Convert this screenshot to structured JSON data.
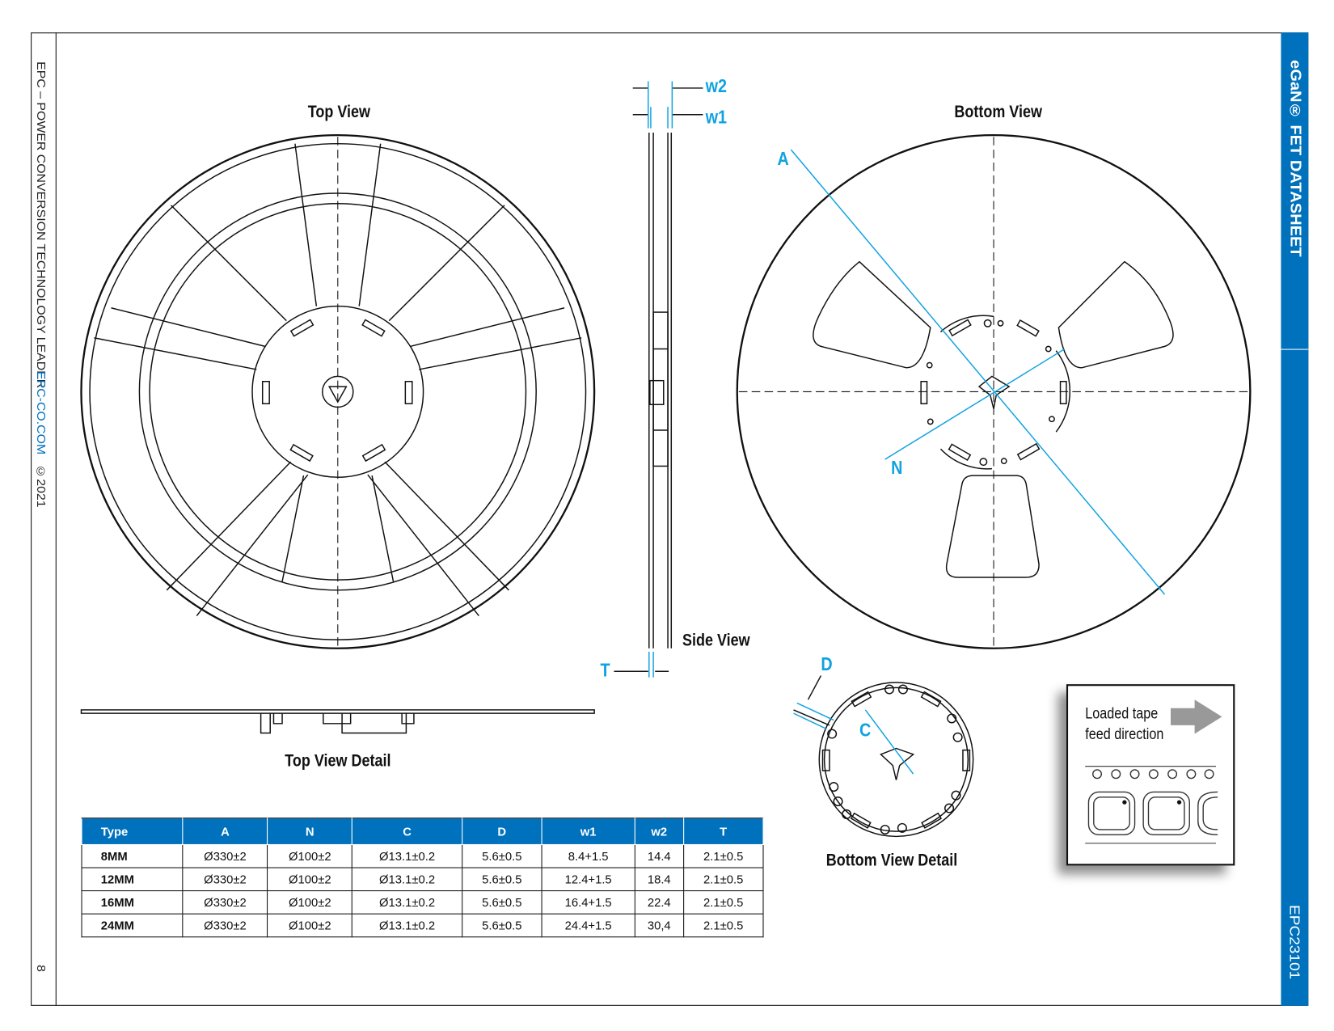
{
  "sidebar_left": {
    "company": "EPC – POWER CONVERSION TECHNOLOGY LEADER",
    "website": "EPC-CO.COM",
    "copyright": "©2021",
    "page_number": "8"
  },
  "sidebar_right": {
    "title": "eGaN® FET DATASHEET",
    "part_number": "EPC23101"
  },
  "views": {
    "top": "Top View",
    "bottom": "Bottom View",
    "side": "Side View",
    "top_detail": "Top View Detail",
    "bottom_detail": "Bottom View Detail"
  },
  "dimension_labels": {
    "w2": "w2",
    "w1": "w1",
    "T": "T",
    "A": "A",
    "N": "N",
    "D": "D",
    "C": "C"
  },
  "tape_box": {
    "line1": "Loaded tape",
    "line2": "feed direction"
  },
  "table": {
    "headers": [
      "Type",
      "A",
      "N",
      "C",
      "D",
      "w1",
      "w2",
      "T"
    ],
    "rows": [
      [
        "8MM",
        "Ø330±2",
        "Ø100±2",
        "Ø13.1±0.2",
        "5.6±0.5",
        "8.4+1.5",
        "14.4",
        "2.1±0.5"
      ],
      [
        "12MM",
        "Ø330±2",
        "Ø100±2",
        "Ø13.1±0.2",
        "5.6±0.5",
        "12.4+1.5",
        "18.4",
        "2.1±0.5"
      ],
      [
        "16MM",
        "Ø330±2",
        "Ø100±2",
        "Ø13.1±0.2",
        "5.6±0.5",
        "16.4+1.5",
        "22.4",
        "2.1±0.5"
      ],
      [
        "24MM",
        "Ø330±2",
        "Ø100±2",
        "Ø13.1±0.2",
        "5.6±0.5",
        "24.4+1.5",
        "30,4",
        "2.1±0.5"
      ]
    ]
  },
  "colors": {
    "brand_blue": "#0071bc",
    "dimension_blue": "#0fa3e0"
  }
}
